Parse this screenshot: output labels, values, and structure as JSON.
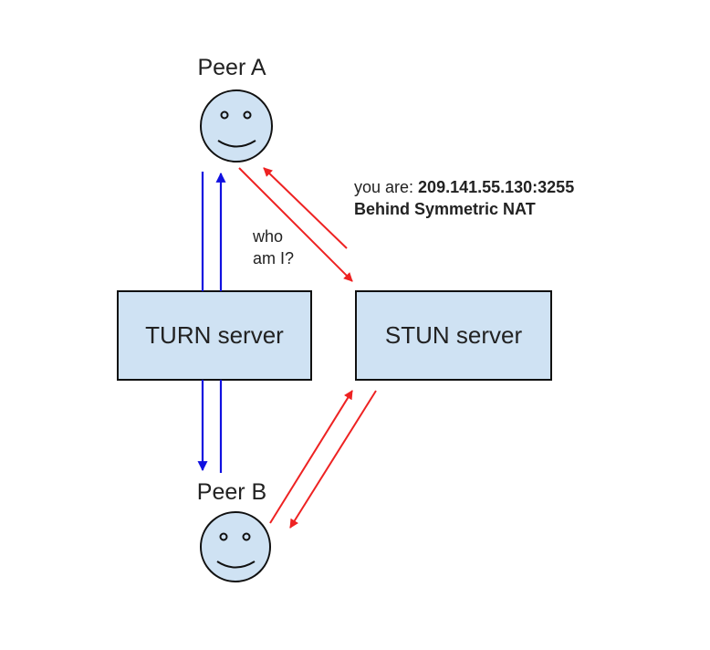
{
  "peers": {
    "a": {
      "label": "Peer A"
    },
    "b": {
      "label": "Peer B"
    }
  },
  "servers": {
    "turn": {
      "label": "TURN server"
    },
    "stun": {
      "label": "STUN server"
    }
  },
  "notes": {
    "who_line1": "who",
    "who_line2": "am I?",
    "you_are_prefix": "you are: ",
    "you_are_address": "209.141.55.130:3255",
    "behind_nat": "Behind Symmetric NAT"
  },
  "colors": {
    "box_fill": "#cfe2f3",
    "face_fill": "#cfe2f3",
    "relay_arrow": "#1010e0",
    "stun_arrow": "#ee2222",
    "outline": "#111111"
  }
}
